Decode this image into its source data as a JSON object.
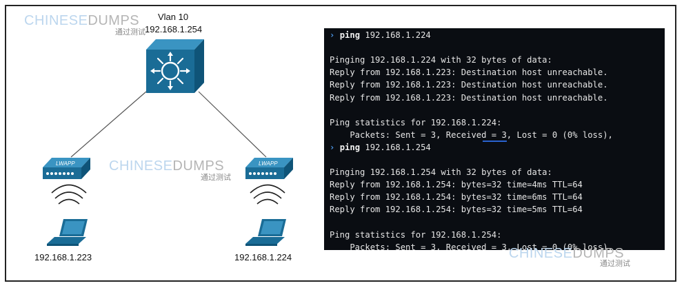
{
  "diagram": {
    "switch": {
      "vlan": "Vlan 10",
      "ip": "192.168.1.254",
      "icon": "layer3-switch-icon"
    },
    "access_points": [
      {
        "label": "LWAPP",
        "icon": "access-point-icon"
      },
      {
        "label": "LWAPP",
        "icon": "access-point-icon"
      }
    ],
    "hosts": [
      {
        "ip": "192.168.1.223",
        "icon": "laptop-icon"
      },
      {
        "ip": "192.168.1.224",
        "icon": "laptop-icon"
      }
    ],
    "colors": {
      "device_blue": "#1a6c96",
      "device_top": "#3a94c2",
      "link": "#555555"
    }
  },
  "watermark": {
    "part1": "CHINESE",
    "part2": "DUMPS",
    "sub": "通过测试"
  },
  "terminal": {
    "lines": [
      {
        "type": "prompt",
        "arrow": "›",
        "cmd": "ping",
        "arg": " 192.168.1.224"
      },
      {
        "type": "text",
        "text": ""
      },
      {
        "type": "text",
        "text": "Pinging 192.168.1.224 with 32 bytes of data:"
      },
      {
        "type": "text",
        "text": "Reply from 192.168.1.223: Destination host unreachable."
      },
      {
        "type": "text",
        "text": "Reply from 192.168.1.223: Destination host unreachable."
      },
      {
        "type": "text",
        "text": "Reply from 192.168.1.223: Destination host unreachable."
      },
      {
        "type": "text",
        "text": ""
      },
      {
        "type": "text",
        "text": "Ping statistics for 192.168.1.224:"
      },
      {
        "type": "text",
        "text": "    Packets: Sent = 3, Received = 3, Lost = 0 (0% loss),"
      },
      {
        "type": "prompt",
        "arrow": "›",
        "cmd": "ping",
        "arg": " 192.168.1.254"
      },
      {
        "type": "text",
        "text": ""
      },
      {
        "type": "text",
        "text": "Pinging 192.168.1.254 with 32 bytes of data:"
      },
      {
        "type": "text",
        "text": "Reply from 192.168.1.254: bytes=32 time=4ms TTL=64"
      },
      {
        "type": "text",
        "text": "Reply from 192.168.1.254: bytes=32 time=6ms TTL=64"
      },
      {
        "type": "text",
        "text": "Reply from 192.168.1.254: bytes=32 time=5ms TTL=64"
      },
      {
        "type": "text",
        "text": ""
      },
      {
        "type": "text",
        "text": "Ping statistics for 192.168.1.254:"
      },
      {
        "type": "text",
        "text": "    Packets: Sent = 3, Received = 3, Lost = 0 (0% loss),"
      }
    ],
    "colors": {
      "background": "#0a0d12",
      "text": "#e6e6e6",
      "prompt_arrow": "#4f9cf0"
    }
  }
}
